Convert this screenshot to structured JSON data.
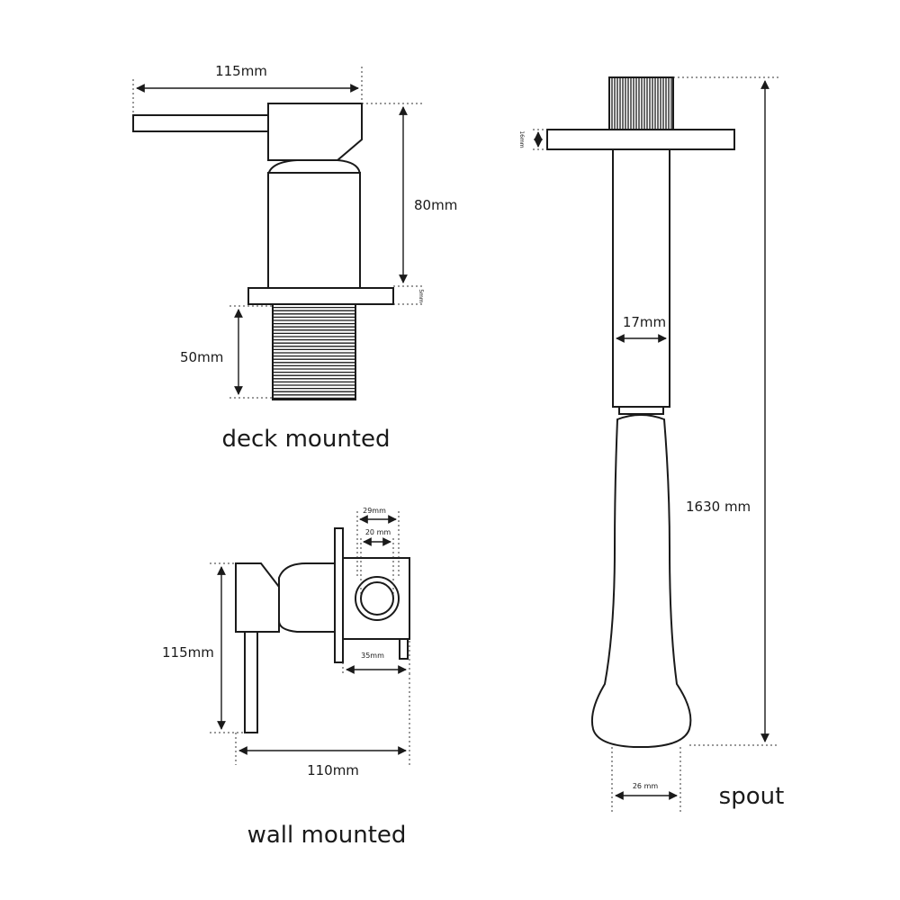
{
  "diagram": {
    "deck": {
      "title": "deck mounted",
      "width_label": "115mm",
      "height_label": "80mm",
      "thread_label": "50mm",
      "plate_label": "5mm"
    },
    "wall": {
      "title": "wall mounted",
      "height_label": "115mm",
      "depth_label": "110mm",
      "outer_label": "29mm",
      "inner_label": "20 mm",
      "box_label": "35mm"
    },
    "spout": {
      "title": "spout",
      "height_label": "1630 mm",
      "pipe_label": "17mm",
      "base_label": "26 mm",
      "flange_label": "16mm"
    }
  }
}
